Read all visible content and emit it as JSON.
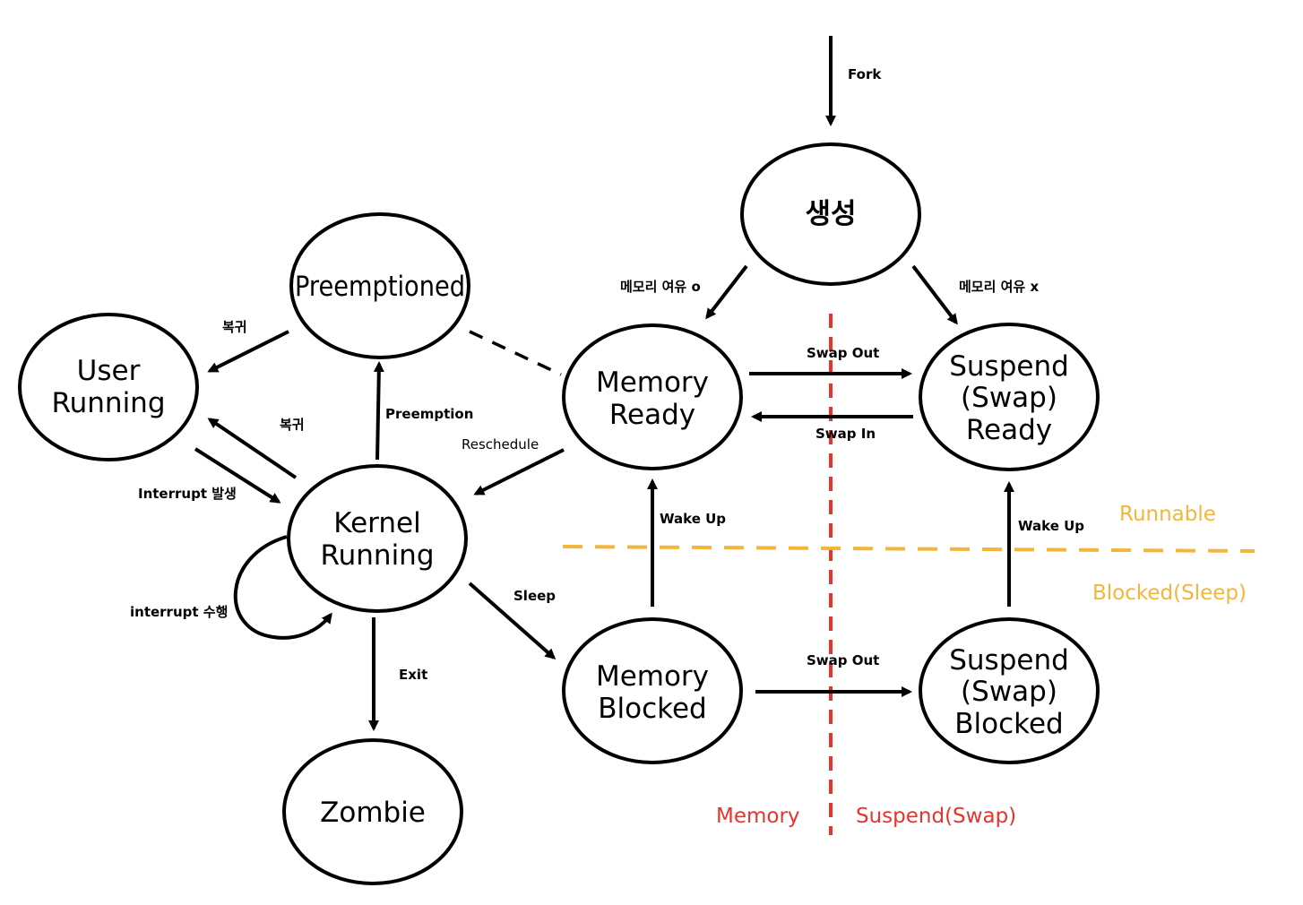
{
  "colors": {
    "memory_divider": "#e8342c",
    "runnable_divider": "#f3b63b",
    "node_stroke": "#000000"
  },
  "nodes": {
    "create": "생성",
    "preemptioned": "Preemptioned",
    "user_running_1": "User",
    "user_running_2": "Running",
    "kernel_running_1": "Kernel",
    "kernel_running_2": "Running",
    "memory_ready_1": "Memory",
    "memory_ready_2": "Ready",
    "memory_blocked_1": "Memory",
    "memory_blocked_2": "Blocked",
    "suspend_ready_1": "Suspend",
    "suspend_ready_2": "(Swap)",
    "suspend_ready_3": "Ready",
    "suspend_blocked_1": "Suspend",
    "suspend_blocked_2": "(Swap)",
    "suspend_blocked_3": "Blocked",
    "zombie": "Zombie"
  },
  "edges": {
    "fork": "Fork",
    "memory_available": "메모리 여유 o",
    "memory_unavailable": "메모리 여유 x",
    "swap_out_ready": "Swap Out",
    "swap_in": "Swap In",
    "swap_out_blocked": "Swap Out",
    "wake_up_memory": "Wake Up",
    "wake_up_suspend": "Wake Up",
    "return_from_preempted": "복귀",
    "return_from_kernel": "복귀",
    "preemption": "Preemption",
    "reschedule": "Reschedule",
    "interrupt_occurs": "Interrupt 발생",
    "interrupt_handling": "interrupt 수행",
    "sleep": "Sleep",
    "exit": "Exit"
  },
  "regions": {
    "runnable": "Runnable",
    "blocked": "Blocked(Sleep)",
    "memory": "Memory",
    "suspend": "Suspend(Swap)"
  }
}
